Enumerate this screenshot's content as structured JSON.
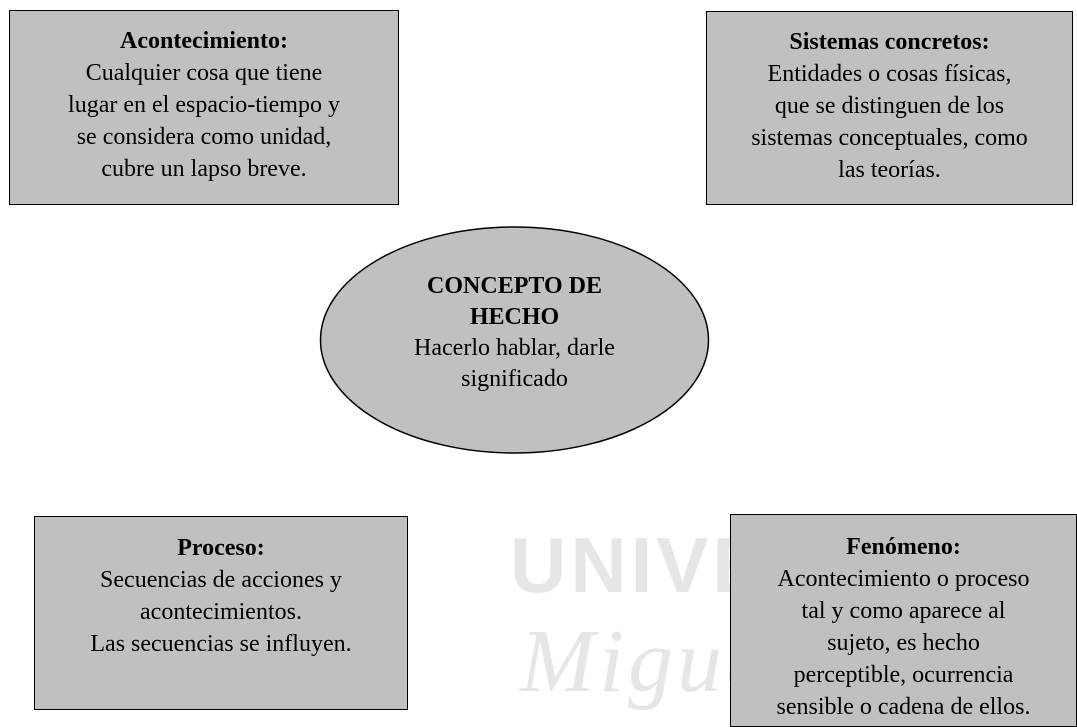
{
  "center": {
    "title": "CONCEPTO DE\nHECHO",
    "body": "Hacerlo hablar, darle\nsignificado"
  },
  "boxes": {
    "top_left": {
      "title": "Acontecimiento:",
      "body": "Cualquier cosa que tiene\nlugar en el espacio-tiempo y\nse considera como unidad,\ncubre un lapso breve."
    },
    "top_right": {
      "title": "Sistemas concretos:",
      "body": "Entidades o cosas físicas,\nque se distinguen de los\nsistemas conceptuales, como\nlas teorías."
    },
    "bottom_left": {
      "title": "Proceso:",
      "body": "Secuencias de  acciones y\nacontecimientos.\nLas secuencias se influyen."
    },
    "bottom_right": {
      "title": "Fenómeno:",
      "body": "Acontecimiento o proceso\ntal y como aparece al\nsujeto, es hecho\nperceptible, ocurrencia\nsensible o cadena de ellos."
    }
  },
  "watermark": {
    "line1": "UNIVERSITAS",
    "line2": "Miguel"
  },
  "colors": {
    "box_fill": "#c0c0c0",
    "ellipse_fill": "#c0c0c0",
    "watermark": "#e6e6e6"
  }
}
